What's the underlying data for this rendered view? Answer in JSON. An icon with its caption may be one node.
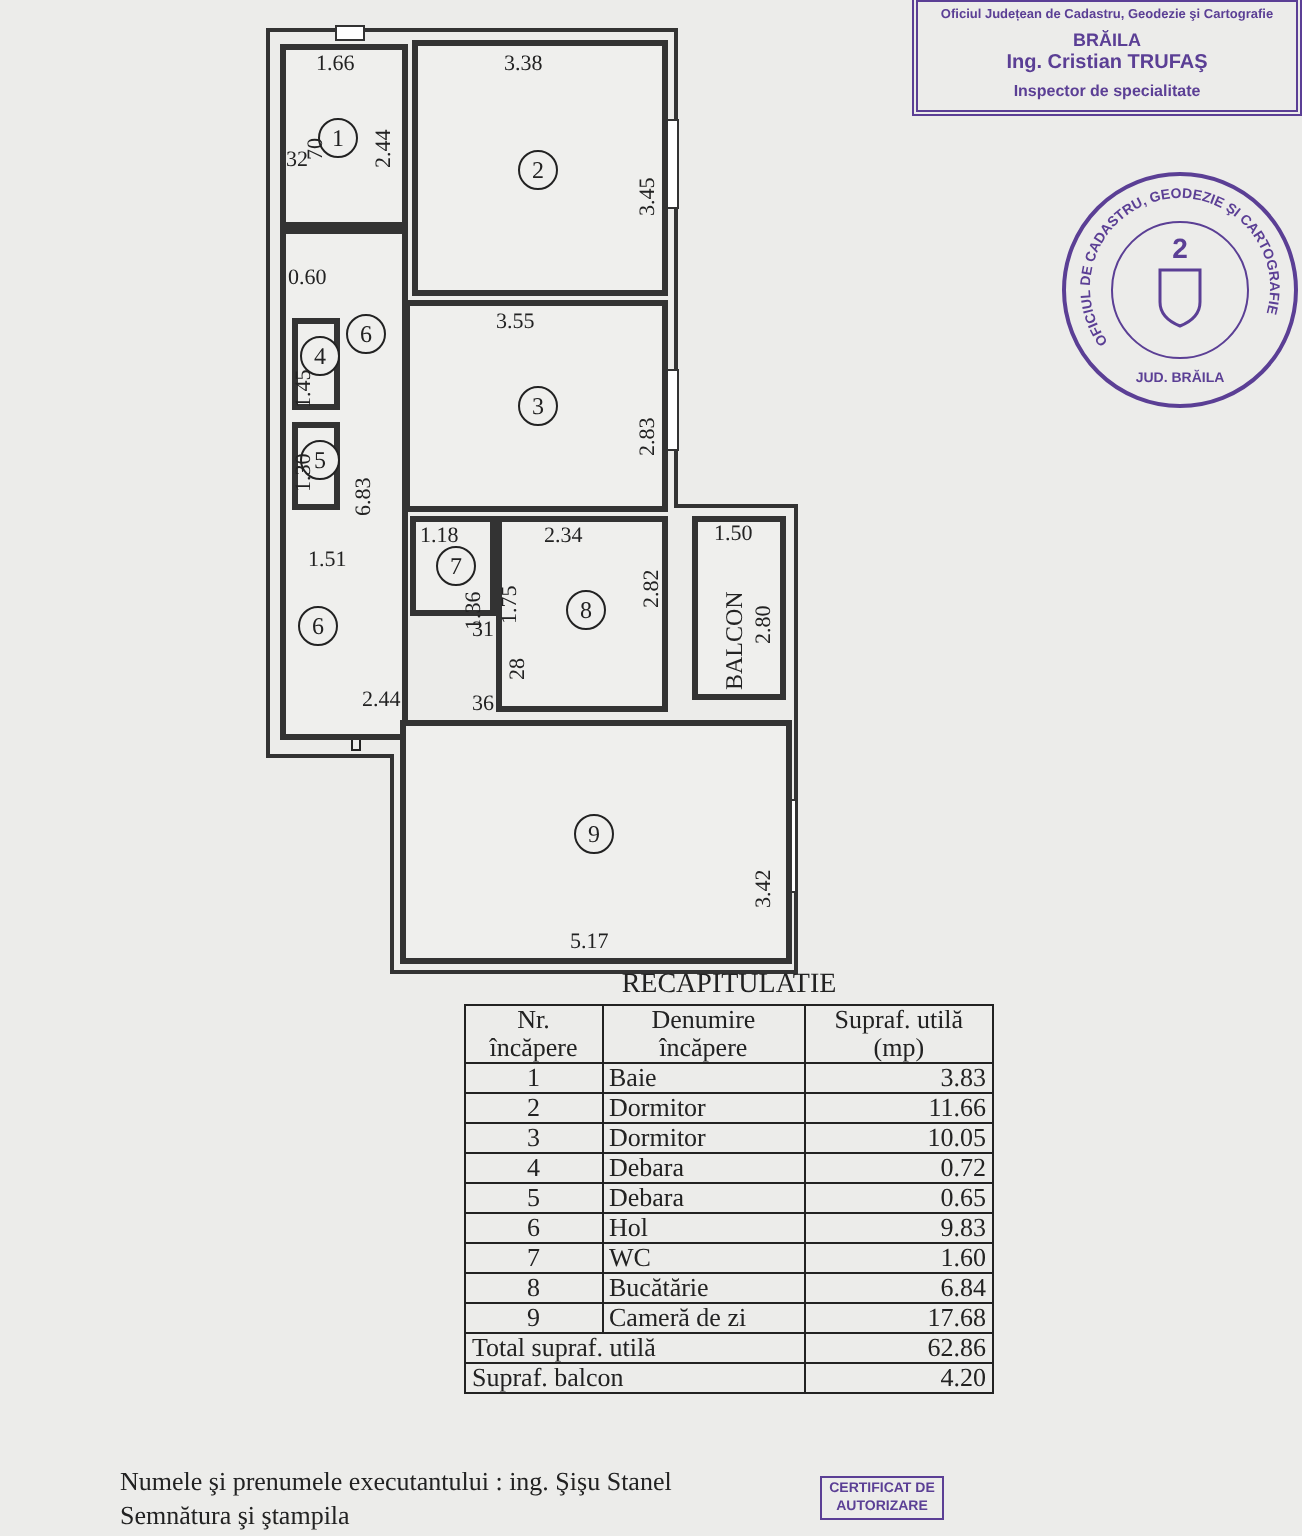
{
  "diagram": {
    "nodes": [
      {
        "text": [
          "1"
        ]
      },
      {
        "text": [
          "2"
        ]
      },
      {
        "text": [
          "6",
          "6"
        ]
      },
      {
        "text": [
          "4"
        ],
        "in": 2
      },
      {
        "text": [
          "3"
        ]
      },
      {
        "text": [
          "5"
        ],
        "in": 2
      },
      {
        "text": [
          "7"
        ]
      },
      {
        "text": [
          "8"
        ]
      },
      {
        "text": [
          "BALCON"
        ]
      },
      {
        "text": [
          "9"
        ]
      }
    ],
    "edges": [],
    "labels": [
      "1.66",
      "3.38",
      "70",
      "32",
      "2.44",
      "3.45",
      "0.60",
      "3.55",
      "1.45",
      "2.83",
      "1.30",
      "6.83",
      "1.18",
      "2.34",
      "1.50",
      "1.51",
      "1.36",
      "1.75",
      "2.82",
      "2.80",
      "31",
      "2.44",
      "36",
      "28",
      "3.42",
      "5.17",
      "RECAPITULATIE",
      "Nr. încăpere",
      "Denumire încăpere",
      "Supraf. utilă (mp)",
      "1",
      "Baie",
      "3.83",
      "2",
      "Dormitor",
      "11.66",
      "3",
      "Dormitor",
      "10.05",
      "4",
      "Debara",
      "0.72",
      "5",
      "Debara",
      "0.65",
      "6",
      "Hol",
      "9.83",
      "7",
      "WC",
      "1.60",
      "8",
      "Bucătărie",
      "6.84",
      "9",
      "Cameră de zi",
      "17.68",
      "Total supraf. utilă",
      "62.86",
      "Supraf. balcon",
      "4.20",
      "Oficiul Județean de Cadastru, Geodezie şi Cartografie",
      "BRĂILA",
      "Ing. Cristian TRUFAŞ",
      "Inspector de specialitate",
      "OFICIUL DE CADASTRU, GEODEZIE ŞI CARTOGRAFIE",
      "2",
      "JUD. BRĂILA",
      "Numele şi prenumele executantului : ing. Şişu Stanel",
      "Semnătura şi ştampila",
      "CERTIFICAT DE AUTORIZARE"
    ]
  }
}
